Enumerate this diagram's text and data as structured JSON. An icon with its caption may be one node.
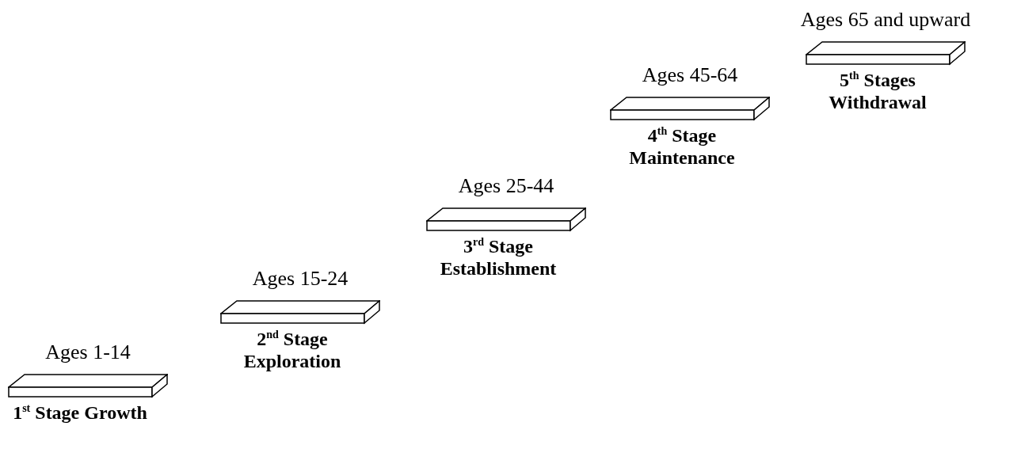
{
  "diagram": {
    "nodes": [
      {
        "text": [
          "Ages 1-14",
          "1$^{st}$ Stage Growth"
        ]
      },
      {
        "text": [
          "Ages 15-24",
          "2$^{nd}$ Stage Exploration"
        ]
      },
      {
        "text": [
          "Ages 25-44",
          "3$^{rd}$ Stage Establishment"
        ]
      },
      {
        "text": [
          "Ages 45-64",
          "4$^{th}$ Stage Maintenance"
        ]
      },
      {
        "text": [
          "Ages 65 and upward",
          "5$^{th}$ Stages Withdrawal"
        ]
      }
    ]
  }
}
